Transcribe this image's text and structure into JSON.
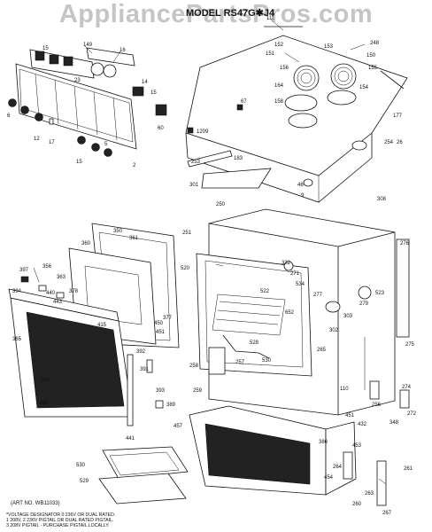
{
  "watermark": "AppliancePartsPros.com",
  "model_title": "MODEL RS47G✱J4",
  "art_no": "(ART NO. WB11033)",
  "notes": [
    "*VOLTAGE DESIGNATOR 0  236V OR DUAL RATED.",
    "1  208V, 2  236V  PIGTAIL OR DUAL RATED PIGTAIL.",
    "3  208V  PIGTAIL - PURCHASE PIGTAIL LOCALLY."
  ],
  "callouts": [
    {
      "id": "c111",
      "text": "111"
    },
    {
      "id": "c149",
      "text": "149"
    },
    {
      "id": "c16a",
      "text": "16"
    },
    {
      "id": "c15a",
      "text": "15"
    },
    {
      "id": "c23",
      "text": "23"
    },
    {
      "id": "c14",
      "text": "14"
    },
    {
      "id": "c15b",
      "text": "15"
    },
    {
      "id": "c60",
      "text": "60"
    },
    {
      "id": "c6",
      "text": "6"
    },
    {
      "id": "c12",
      "text": "12"
    },
    {
      "id": "c17",
      "text": "17"
    },
    {
      "id": "c15c",
      "text": "15"
    },
    {
      "id": "c5",
      "text": "5"
    },
    {
      "id": "c2",
      "text": "2"
    },
    {
      "id": "c152",
      "text": "152"
    },
    {
      "id": "c153",
      "text": "153"
    },
    {
      "id": "c248",
      "text": "248"
    },
    {
      "id": "c151",
      "text": "151"
    },
    {
      "id": "c150",
      "text": "150"
    },
    {
      "id": "c156",
      "text": "156"
    },
    {
      "id": "c155",
      "text": "155"
    },
    {
      "id": "c154",
      "text": "154"
    },
    {
      "id": "c164",
      "text": "164"
    },
    {
      "id": "c158",
      "text": "158"
    },
    {
      "id": "c67",
      "text": "67"
    },
    {
      "id": "c177",
      "text": "177"
    },
    {
      "id": "c1209",
      "text": "1209"
    },
    {
      "id": "c254",
      "text": "254"
    },
    {
      "id": "c26",
      "text": "26"
    },
    {
      "id": "c253",
      "text": "253"
    },
    {
      "id": "c183",
      "text": "183"
    },
    {
      "id": "c301",
      "text": "301"
    },
    {
      "id": "c46",
      "text": "46"
    },
    {
      "id": "c9",
      "text": "9"
    },
    {
      "id": "c308",
      "text": "308"
    },
    {
      "id": "c250",
      "text": "250"
    },
    {
      "id": "c350",
      "text": "350"
    },
    {
      "id": "c361",
      "text": "361"
    },
    {
      "id": "c360",
      "text": "360"
    },
    {
      "id": "c251",
      "text": "251"
    },
    {
      "id": "c276",
      "text": "276"
    },
    {
      "id": "c397",
      "text": "397"
    },
    {
      "id": "c356",
      "text": "356"
    },
    {
      "id": "c363",
      "text": "363"
    },
    {
      "id": "c378",
      "text": "378"
    },
    {
      "id": "c520",
      "text": "520"
    },
    {
      "id": "c332",
      "text": "332"
    },
    {
      "id": "c271",
      "text": "271"
    },
    {
      "id": "c394",
      "text": "394"
    },
    {
      "id": "c440",
      "text": "440"
    },
    {
      "id": "c443",
      "text": "443"
    },
    {
      "id": "c522",
      "text": "522"
    },
    {
      "id": "c534",
      "text": "534"
    },
    {
      "id": "c277",
      "text": "277"
    },
    {
      "id": "c523",
      "text": "523"
    },
    {
      "id": "c365",
      "text": "365"
    },
    {
      "id": "c415",
      "text": "415"
    },
    {
      "id": "c377",
      "text": "377"
    },
    {
      "id": "c450",
      "text": "450"
    },
    {
      "id": "c451",
      "text": "451"
    },
    {
      "id": "c652",
      "text": "652"
    },
    {
      "id": "c279",
      "text": "279"
    },
    {
      "id": "c303",
      "text": "303"
    },
    {
      "id": "c302",
      "text": "302"
    },
    {
      "id": "c528",
      "text": "528"
    },
    {
      "id": "c530a",
      "text": "530"
    },
    {
      "id": "c265",
      "text": "265"
    },
    {
      "id": "c275",
      "text": "275"
    },
    {
      "id": "c392",
      "text": "392"
    },
    {
      "id": "c257",
      "text": "257"
    },
    {
      "id": "c258",
      "text": "258"
    },
    {
      "id": "c391",
      "text": "391"
    },
    {
      "id": "c358",
      "text": "358"
    },
    {
      "id": "c393",
      "text": "393"
    },
    {
      "id": "c259",
      "text": "259"
    },
    {
      "id": "c110",
      "text": "110"
    },
    {
      "id": "c274",
      "text": "274"
    },
    {
      "id": "c359",
      "text": "359"
    },
    {
      "id": "c389",
      "text": "389"
    },
    {
      "id": "c256",
      "text": "256"
    },
    {
      "id": "c272",
      "text": "272"
    },
    {
      "id": "c451b",
      "text": "451"
    },
    {
      "id": "c432",
      "text": "432"
    },
    {
      "id": "c348",
      "text": "348"
    },
    {
      "id": "c457",
      "text": "457"
    },
    {
      "id": "c441",
      "text": "441"
    },
    {
      "id": "c386",
      "text": "386"
    },
    {
      "id": "c453",
      "text": "453"
    },
    {
      "id": "c530",
      "text": "530"
    },
    {
      "id": "c454",
      "text": "454"
    },
    {
      "id": "c264",
      "text": "264"
    },
    {
      "id": "c261",
      "text": "261"
    },
    {
      "id": "c529",
      "text": "529"
    },
    {
      "id": "c260",
      "text": "260"
    },
    {
      "id": "c263",
      "text": "263"
    },
    {
      "id": "c267",
      "text": "267"
    }
  ]
}
